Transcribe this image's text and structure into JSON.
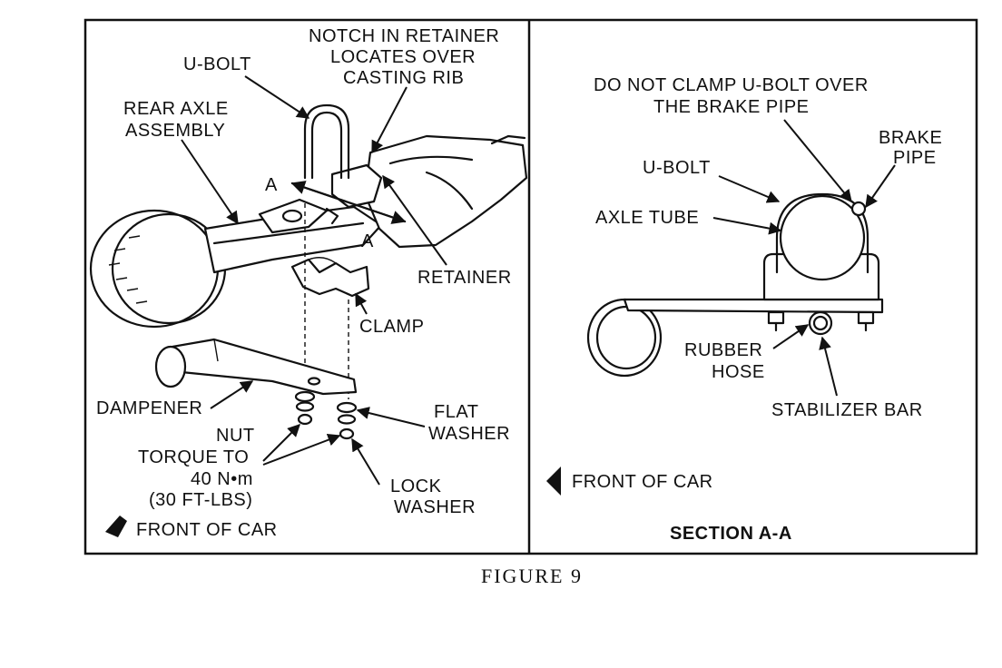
{
  "left_panel": {
    "labels": {
      "notch": [
        "NOTCH IN RETAINER",
        "LOCATES OVER",
        "CASTING RIB"
      ],
      "u_bolt": "U-BOLT",
      "rear_axle": [
        "REAR AXLE",
        "ASSEMBLY"
      ],
      "section_a_upper": "A",
      "section_a_lower": "A",
      "retainer": "RETAINER",
      "clamp": "CLAMP",
      "dampener": "DAMPENER",
      "flat_washer": [
        "FLAT",
        "WASHER"
      ],
      "nut": [
        "NUT",
        "TORQUE TO",
        "40 N•m",
        "(30 FT-LBS)"
      ],
      "lock_washer": [
        "LOCK",
        "WASHER"
      ],
      "front_of_car": "FRONT OF CAR"
    }
  },
  "right_panel": {
    "labels": {
      "do_not_clamp": [
        "DO NOT CLAMP U-BOLT OVER",
        "THE BRAKE PIPE"
      ],
      "brake_pipe": [
        "BRAKE",
        "PIPE"
      ],
      "u_bolt": "U-BOLT",
      "axle_tube": "AXLE TUBE",
      "rubber_hose": [
        "RUBBER",
        "HOSE"
      ],
      "stabilizer_bar": "STABILIZER BAR",
      "front_of_car": "FRONT OF CAR",
      "section_title": "SECTION A-A"
    }
  },
  "caption": "FIGURE 9",
  "icons": [
    "front-arrow-icon"
  ],
  "colors": {
    "ink": "#111111",
    "paper": "#ffffff"
  }
}
